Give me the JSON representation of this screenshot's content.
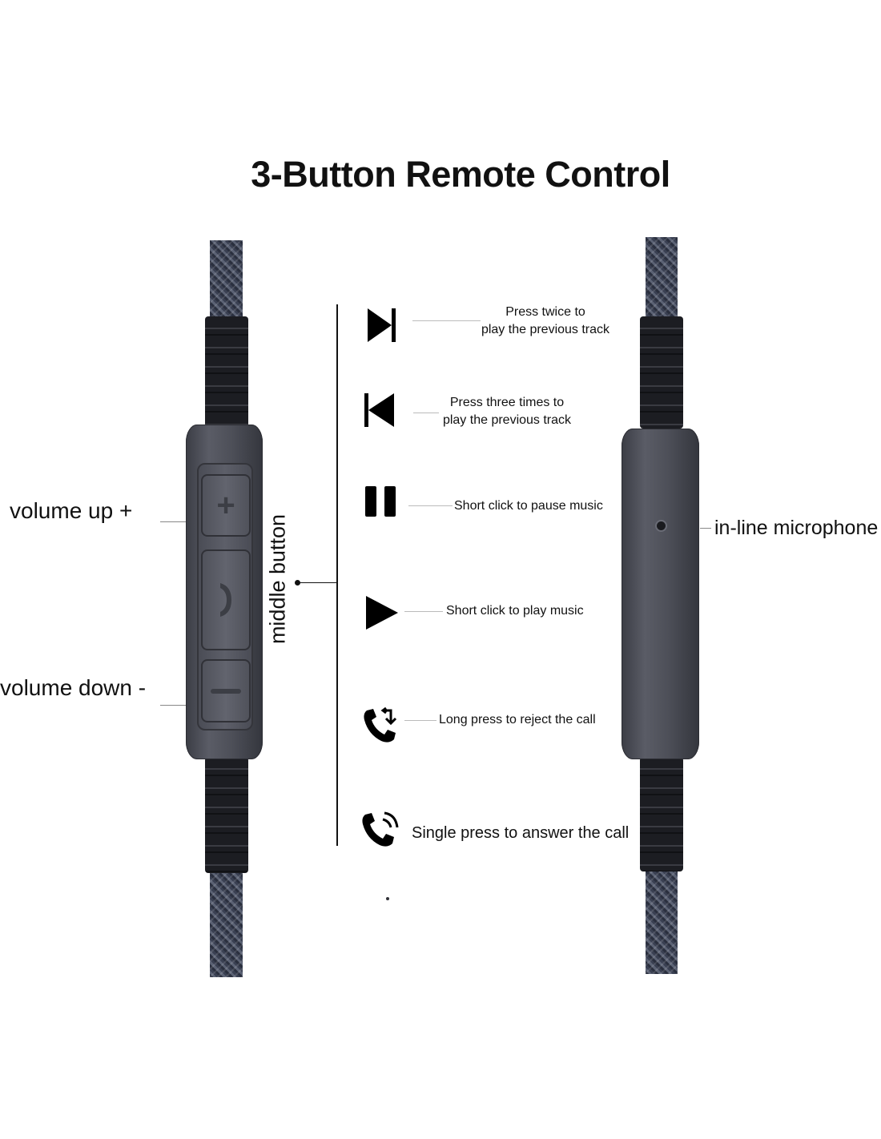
{
  "title": "3-Button Remote Control",
  "left_remote": {
    "volume_up_label": "volume up +",
    "volume_down_label": "volume down -",
    "middle_button_label": "middle button",
    "buttons": [
      "+",
      "phone",
      "-"
    ]
  },
  "right_remote": {
    "microphone_label": "in-line microphone"
  },
  "functions": [
    {
      "icon": "next-track-icon",
      "line1": "Press twice to",
      "line2": "play the previous track"
    },
    {
      "icon": "previous-track-icon",
      "line1": "Press three times to",
      "line2": "play the previous track"
    },
    {
      "icon": "pause-icon",
      "text": "Short click to pause music"
    },
    {
      "icon": "play-icon",
      "text": "Short click to play music"
    },
    {
      "icon": "reject-call-icon",
      "text": "Long press to reject the call"
    },
    {
      "icon": "answer-call-icon",
      "text": "Single press to answer the call"
    }
  ],
  "colors": {
    "cable": "#3a4052",
    "remote_body": "#4d4f58",
    "text": "#111111"
  }
}
